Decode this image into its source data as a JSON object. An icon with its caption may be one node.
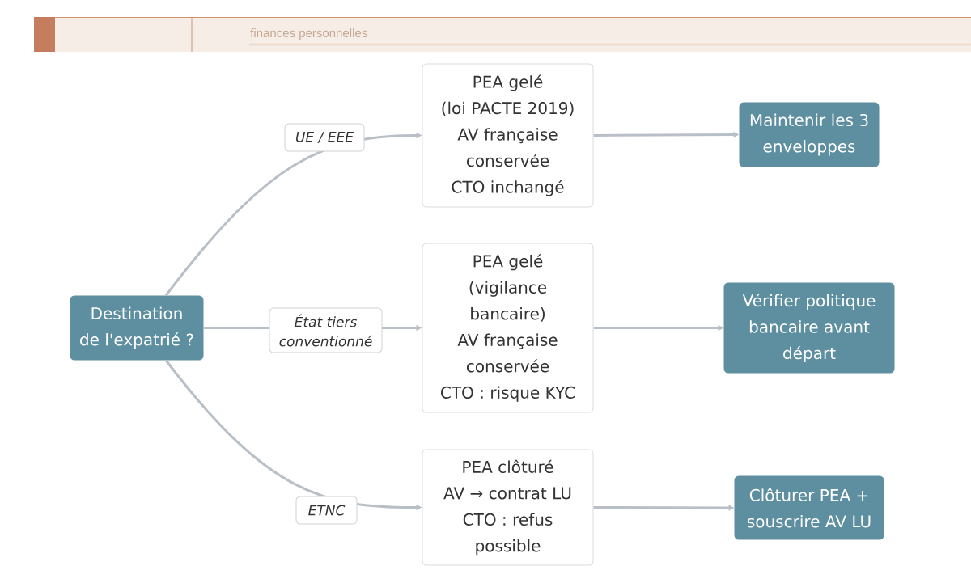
{
  "diagram": {
    "nodes": [
      {
        "text": [
          "Destination de l'expatrié ?"
        ]
      },
      {
        "text": [
          "PEA gelé",
          "(loi PACTE 2019)",
          "AV française conservée",
          "CTO inchangé"
        ]
      },
      {
        "text": [
          "Maintenir les 3 enveloppes"
        ]
      },
      {
        "text": [
          "PEA gelé",
          "(vigilance bancaire)",
          "AV française conservée",
          "CTO : risque KYC"
        ]
      },
      {
        "text": [
          "Vérifier politique bancaire avant départ"
        ]
      },
      {
        "text": [
          "PEA clôturé",
          "AV → contrat LU",
          "CTO : refus possible"
        ]
      },
      {
        "text": [
          "Clôturer PEA + souscrire AV LU"
        ]
      }
    ],
    "edges": [
      {
        "from": 0,
        "to": 1,
        "arrow": "to",
        "label": "UE / EEE"
      },
      {
        "from": 0,
        "to": 3,
        "arrow": "to",
        "label": "État tiers conventionné"
      },
      {
        "from": 0,
        "to": 5,
        "arrow": "to",
        "label": "ETNC"
      },
      {
        "from": 1,
        "to": 2,
        "arrow": "to"
      },
      {
        "from": 3,
        "to": 4,
        "arrow": "to"
      },
      {
        "from": 5,
        "to": 6,
        "arrow": "to"
      }
    ],
    "labels": [
      "finances personnelles"
    ]
  }
}
